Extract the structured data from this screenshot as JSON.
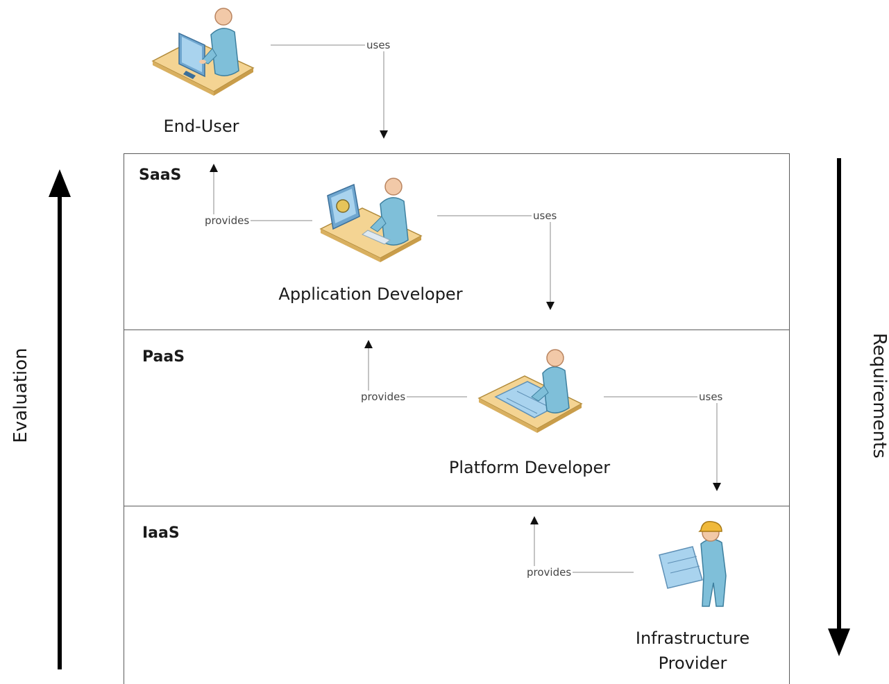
{
  "actors": {
    "end_user": "End-User",
    "application_developer": "Application Developer",
    "platform_developer": "Platform Developer",
    "infrastructure_provider_line1": "Infrastructure",
    "infrastructure_provider_line2": "Provider"
  },
  "layers": {
    "saas": "SaaS",
    "paas": "PaaS",
    "iaas": "IaaS"
  },
  "relations": {
    "uses": "uses",
    "provides": "provides"
  },
  "axes": {
    "left": "Evaluation",
    "right": "Requirements"
  },
  "colors": {
    "person_skin": "#f2c9a8",
    "person_shirt": "#7fbfd9",
    "desk": "#f4d493",
    "hardhat": "#f0b93a",
    "border": "#5a5a5a"
  }
}
